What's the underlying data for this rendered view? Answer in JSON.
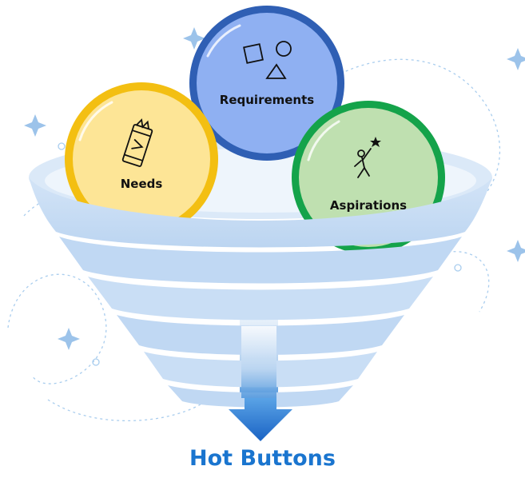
{
  "title": "Hot Buttons",
  "bubbles": [
    {
      "id": "requirements",
      "label": "Requirements",
      "icon": "shapes-icon",
      "fill": "#8fb0f2",
      "ring": "#2f5fb4"
    },
    {
      "id": "needs",
      "label": "Needs",
      "icon": "food-bar-icon",
      "fill": "#fde596",
      "ring": "#f3bf12"
    },
    {
      "id": "aspirations",
      "label": "Aspirations",
      "icon": "reaching-star-icon",
      "fill": "#bfe0b0",
      "ring": "#14a34a"
    }
  ],
  "colors": {
    "title": "#1a75cf",
    "funnel_light": "#dbe9f8",
    "funnel_mid": "#c3dbf4",
    "arrow": "#1f6fd0",
    "sparkle": "#9cc3ea"
  }
}
